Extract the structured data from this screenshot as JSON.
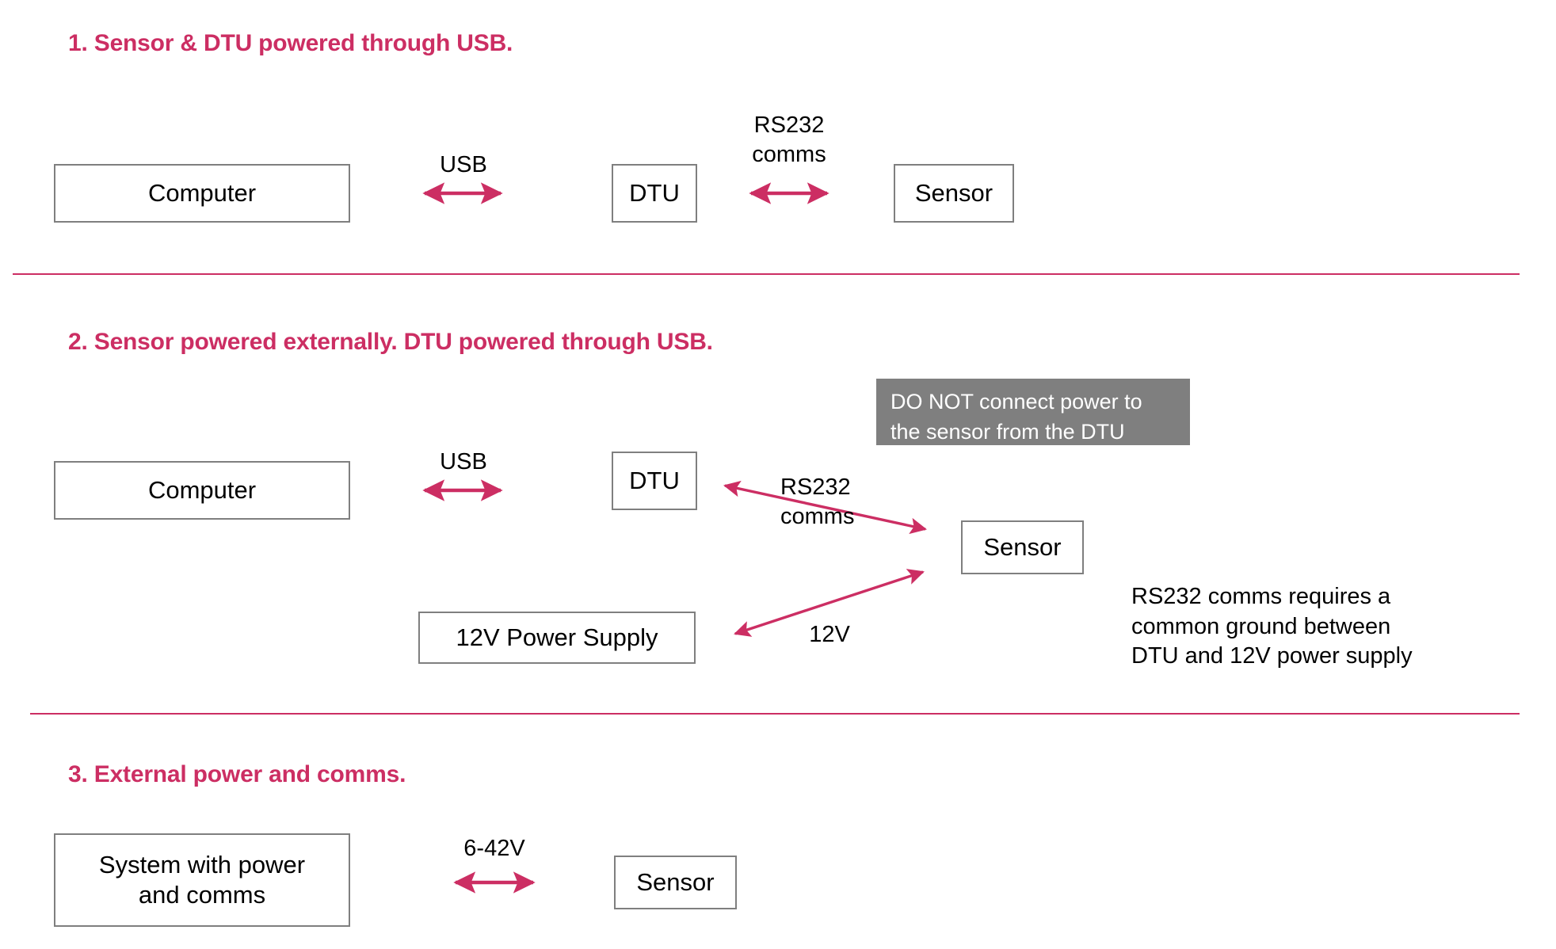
{
  "accent_color": "#CC2E63",
  "box_border_color": "#7F7F7F",
  "warning_bg_color": "#7F7F7F",
  "text_color": "#000000",
  "sections": [
    {
      "id": "section-1",
      "heading": "1. Sensor & DTU powered through USB.",
      "nodes": [
        {
          "id": "computer",
          "label": "Computer"
        },
        {
          "id": "dtu",
          "label": "DTU"
        },
        {
          "id": "sensor",
          "label": "Sensor"
        }
      ],
      "edges": [
        {
          "id": "usb",
          "label": "USB",
          "from": "computer",
          "to": "dtu",
          "style": "double-arrow"
        },
        {
          "id": "rs232",
          "label": "RS232\ncomms",
          "from": "dtu",
          "to": "sensor",
          "style": "double-arrow"
        }
      ]
    },
    {
      "id": "section-2",
      "heading": "2. Sensor powered externally. DTU powered through USB.",
      "nodes": [
        {
          "id": "computer",
          "label": "Computer"
        },
        {
          "id": "dtu",
          "label": "DTU"
        },
        {
          "id": "sensor",
          "label": "Sensor"
        },
        {
          "id": "psu",
          "label": "12V Power Supply"
        }
      ],
      "edges": [
        {
          "id": "usb",
          "label": "USB",
          "from": "computer",
          "to": "dtu",
          "style": "double-arrow"
        },
        {
          "id": "rs232",
          "label": "RS232\ncomms",
          "from": "dtu",
          "to": "sensor",
          "style": "double-arrow-diagonal"
        },
        {
          "id": "power12v",
          "label": "12V",
          "from": "psu",
          "to": "sensor",
          "style": "double-arrow-diagonal"
        }
      ],
      "warning": "DO NOT connect power to\nthe sensor from the DTU",
      "note": "RS232 comms requires a\ncommon ground between\nDTU and 12V power supply"
    },
    {
      "id": "section-3",
      "heading": "3. External power and comms.",
      "nodes": [
        {
          "id": "system",
          "label": "System with power\nand comms"
        },
        {
          "id": "sensor",
          "label": "Sensor"
        }
      ],
      "edges": [
        {
          "id": "volt",
          "label": "6-42V",
          "from": "system",
          "to": "sensor",
          "style": "double-arrow"
        }
      ]
    }
  ]
}
